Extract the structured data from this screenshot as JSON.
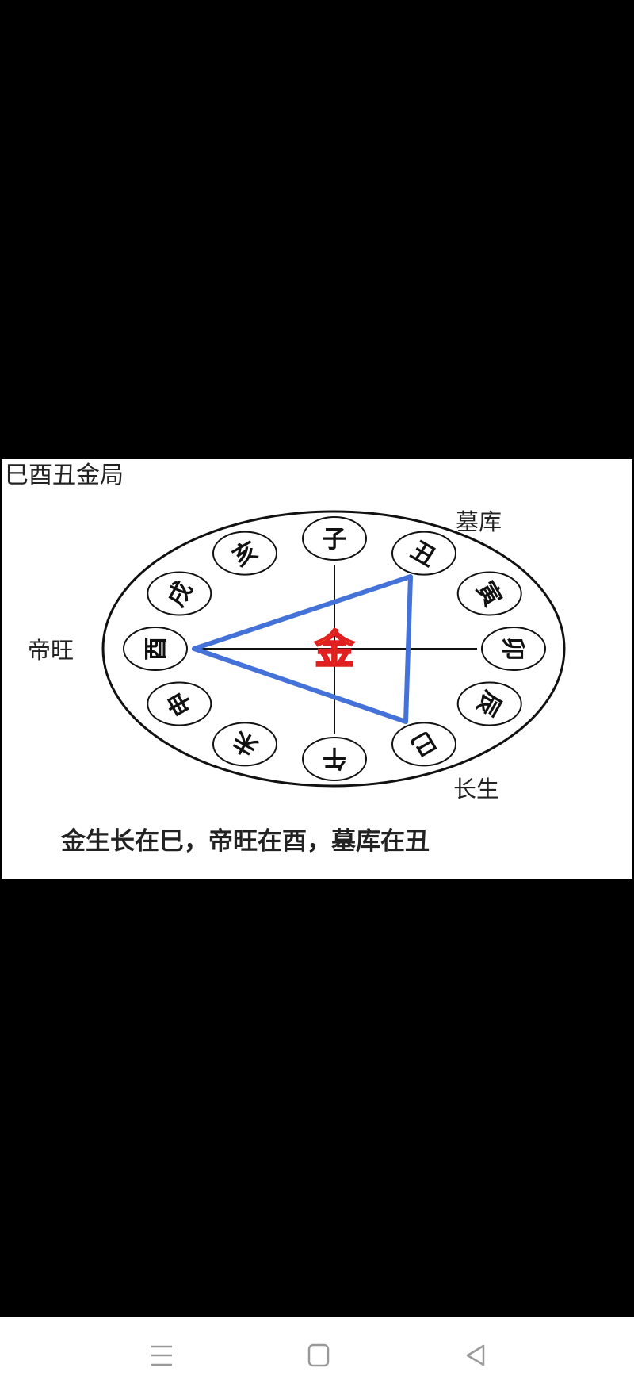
{
  "diagram": {
    "title": "巳酉丑金局",
    "center_element": "金",
    "branches": [
      "子",
      "丑",
      "寅",
      "卯",
      "辰",
      "巳",
      "午",
      "未",
      "申",
      "酉",
      "戌",
      "亥"
    ],
    "labels": {
      "tomb": "墓库",
      "peak": "帝旺",
      "birth": "长生"
    },
    "caption": "金生长在巳，帝旺在酉，墓库在丑",
    "colors": {
      "triangle": "#4472d8",
      "center_fill": "#ffc000",
      "center_stroke": "#e02020"
    }
  },
  "navbar": {
    "menu": "menu-icon",
    "home": "home-icon",
    "back": "back-icon"
  }
}
